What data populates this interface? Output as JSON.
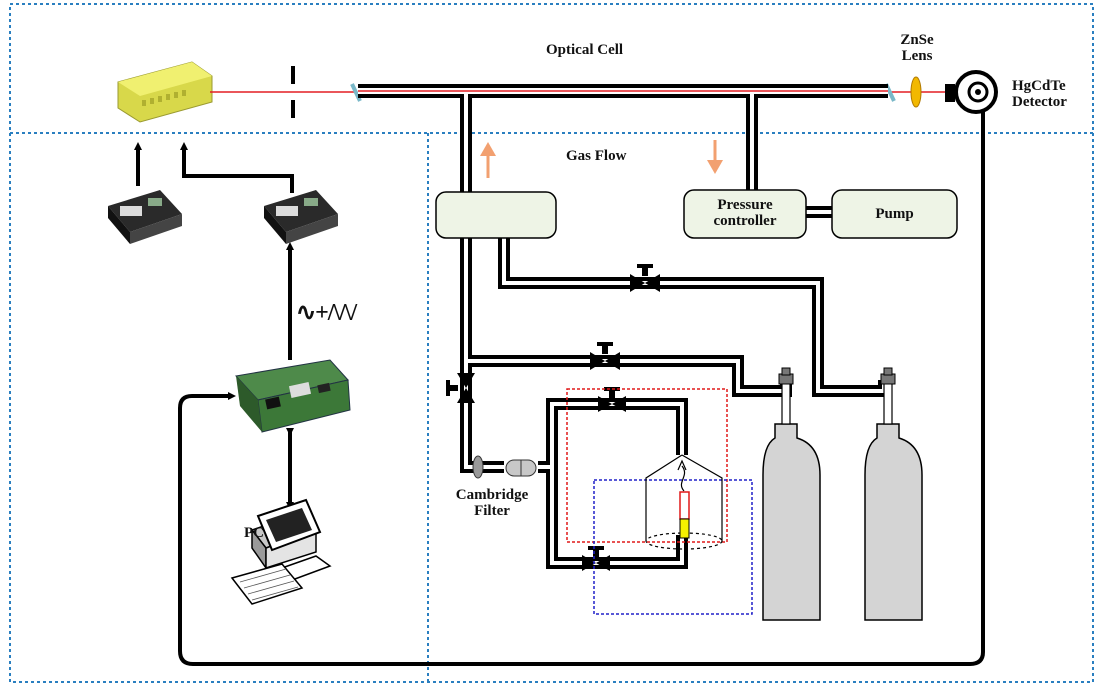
{
  "labels": {
    "optical_cell": "Optical Cell",
    "znse_lens": [
      "ZnSe",
      "Lens"
    ],
    "detector": [
      "HgCdTe",
      "Detector"
    ],
    "gas_flow": "Gas Flow",
    "pressure_controller": [
      "Pressure",
      "controller"
    ],
    "pump": "Pump",
    "cambridge_filter": [
      "Cambridge",
      "Filter"
    ],
    "pc": "PC",
    "signal": "∿+/\\/\\/"
  },
  "colors": {
    "section_border": "#2a7fc0",
    "laser_beam": "#e31e24",
    "flow_arrow": "#f2a070",
    "box_fill": "#eef4e6",
    "cylinder_fill": "#d4d4d4",
    "laser_body": "#e2e250",
    "red_box": "#e01818",
    "blue_box": "#2020c8",
    "sample_fill": "#f4f000"
  },
  "icons": [
    "laser-module",
    "laser-driver-box",
    "daq-card",
    "pc-workstation",
    "valve",
    "gas-cylinder",
    "detector-icon",
    "lens-icon"
  ]
}
